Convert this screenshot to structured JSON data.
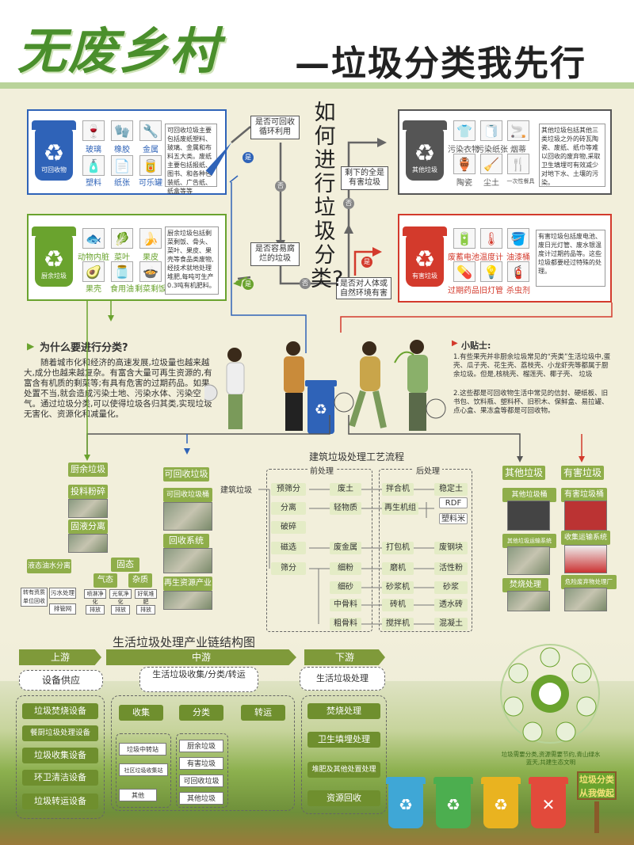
{
  "header": {
    "title": "无废乡村",
    "subtitle": "—垃圾分类我先行"
  },
  "center": {
    "vertical_title": "如何进行垃圾分类?"
  },
  "questions": {
    "q1": "是否可回收循环利用",
    "q2": "是否容易腐烂的垃圾",
    "q3": "是否对人体或自然环境有害",
    "q4": "剩下的全是有害垃圾",
    "yes": "是",
    "no": "否"
  },
  "recyclable": {
    "bin_label": "可回收物",
    "items": [
      "玻璃",
      "橡胶",
      "金属",
      "塑料",
      "纸张",
      "可乐罐"
    ],
    "desc": "可回收垃圾主要包括废纸塑料、玻璃、金属和布料五大类。废纸主要包括报纸、图书、和各种包装纸、广告纸、纸盒等等"
  },
  "kitchen": {
    "bin_label": "厨余垃圾",
    "items": [
      "动物内脏",
      "菜叶",
      "果皮",
      "果壳",
      "食用油",
      "剩菜剩饭"
    ],
    "desc": "厨余垃圾包括剩菜剩饭、骨头、菜叶、果皮、果壳等食品类废物,经技术就地处理堆肥,每吨可生产0.3吨有机肥料。"
  },
  "other": {
    "bin_label": "其他垃圾",
    "items": [
      "污染衣物",
      "污染纸张",
      "烟蒂",
      "陶瓷",
      "尘土",
      "一次性餐具"
    ],
    "desc": "其他垃圾包括其他三类垃圾之外的砖瓦陶瓷、废纸、纸巾等难以回收的废弃物,采取卫生填埋可有效减少对地下水、土壤的污染。"
  },
  "hazardous": {
    "bin_label": "有害垃圾",
    "items": [
      "废蓄电池",
      "温度计",
      "油漆桶",
      "过期药品",
      "旧灯管",
      "杀虫剂"
    ],
    "desc": "有害垃圾包括废电池、废日光灯管、废水银温度计过期药品等。这些垃圾都要经过特殊的处理。"
  },
  "why": {
    "title": "为什么要进行分类?",
    "text": "随着城市化和经济的高速发展,垃圾量也越来越大,成分也越来越复杂。有富含大量可再生资源的,有富含有机质的剩菜等;有具有危害的过期药品。如果处置不当,就会造成污染土地、污染水体、污染空气。通过垃圾分类,可以使得垃圾各归其类,实现垃圾无害化、资源化和减量化。"
  },
  "tips": {
    "title": "小贴士:",
    "p1": "1.有些果壳并非厨余垃圾常见的“壳类”生活垃圾中,蛋壳、瓜子壳、花生壳、荔枝壳、小龙虾壳等都属于厨余垃圾。但是,核桃壳、榴莲壳、椰子壳、 垃圾",
    "p2": "2.这些都是可回收物生活中常见的信封、硬纸板、旧书包、饮料瓶、塑料杯、旧积木、保鲜盒、易拉罐、点心盒、果冻盒等都是可回收物。"
  },
  "kitchen_flow": {
    "head": "厨余垃圾",
    "s1": "投料粉碎",
    "s2": "固液分离",
    "s3a": "液态油水分离",
    "s3b": "固态",
    "l1": "转有资质单位回收",
    "l2": "污水处理",
    "l3": "排管网",
    "g1": "气态",
    "g2": "杂质",
    "g3": "喷淋净化",
    "g4": "光氧净化",
    "g5": "好氧堆肥",
    "e1": "排放",
    "e2": "排放",
    "e3": "排放"
  },
  "recycle_flow": {
    "head": "可回收垃圾",
    "s1": "可回收垃圾桶",
    "s2": "回收系统",
    "s3": "再生资源产业"
  },
  "construction": {
    "title": "建筑垃圾处理工艺流程",
    "pre": "前处理",
    "post": "后处理",
    "input": "建筑垃圾",
    "col1": [
      "预筛分",
      "分离",
      "破碎",
      "磁选",
      "筛分"
    ],
    "col2": [
      "废土",
      "轻物质",
      "废金属",
      "细粉",
      "细砂",
      "中骨料",
      "粗骨料"
    ],
    "col3": [
      "拌合机",
      "再生机组",
      "打包机",
      "磨机",
      "砂浆机",
      "砖机",
      "搅拌机"
    ],
    "col4": [
      "稳定土",
      "RDF",
      "塑料米",
      "废钢块",
      "活性粉",
      "砂浆",
      "透水砖",
      "混凝土"
    ]
  },
  "other_flow": {
    "head": "其他垃圾",
    "s1": "其他垃圾桶",
    "s2": "其他垃圾运输系统",
    "s3": "焚烧处理"
  },
  "hazard_flow": {
    "head": "有害垃圾",
    "s1": "有害垃圾桶",
    "s2": "收集运输系统",
    "s3": "危险废弃物处理厂"
  },
  "chain": {
    "title": "生活垃圾处理产业链结构图",
    "up": "上游",
    "mid": "中游",
    "down": "下游",
    "up_head": "设备供应",
    "mid_head": "生活垃圾收集/分类/转运",
    "down_head": "生活垃圾处理",
    "up_items": [
      "垃圾焚烧设备",
      "餐厨垃圾处理设备",
      "垃圾收集设备",
      "环卫清洁设备",
      "垃圾转运设备"
    ],
    "mid_steps": [
      "收集",
      "分类",
      "转运"
    ],
    "mid_left": [
      "垃圾中转站",
      "社区垃圾收集站",
      "其他"
    ],
    "mid_right": [
      "厨余垃圾",
      "有害垃圾",
      "可回收垃圾",
      "其他垃圾"
    ],
    "down_items": [
      "焚烧处理",
      "卫生填埋处理",
      "堆肥及其他处置处理",
      "资源回收"
    ]
  },
  "circle_text": "垃圾需要分类,资源需要节约,青山绿水蓝天,共建生态文明",
  "sign": "垃圾分类 从我做起",
  "colors": {
    "recycle": "#2f63b8",
    "kitchen": "#6aa32e",
    "other": "#555555",
    "hazard": "#d33a2c",
    "accent": "#8fae4a"
  }
}
